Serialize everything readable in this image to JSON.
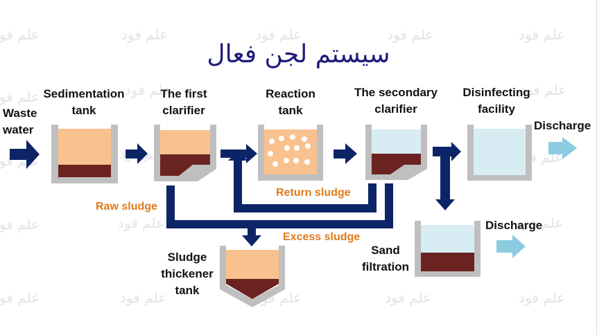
{
  "title": "سیستم لجن فعال",
  "watermark": "علم فود",
  "labels": {
    "waste_water": [
      "Waste",
      "water"
    ],
    "sedimentation_tank": [
      "Sedimentation",
      "tank"
    ],
    "first_clarifier": [
      "The first",
      "clarifier"
    ],
    "reaction_tank": [
      "Reaction",
      "tank"
    ],
    "secondary_clarifier": [
      "The secondary",
      "clarifier"
    ],
    "disinfecting_facility": [
      "Disinfecting",
      "facility"
    ],
    "discharge_top": "Discharge",
    "discharge_bottom": "Discharge",
    "sand_filtration": [
      "Sand",
      "filtration"
    ],
    "sludge_thickener": [
      "Sludge",
      "thickener",
      "tank"
    ],
    "raw_sludge": "Raw sludge",
    "return_sludge": "Return sludge",
    "excess_sludge": "Excess sludge"
  },
  "colors": {
    "title": "#1f1a7a",
    "pipe": "#0d2466",
    "tank_wall": "#bfbfbf",
    "wastewater": "#f8c18e",
    "sludge": "#6b2322",
    "clear_water": "#d8edf3",
    "discharge_arrow": "#8ccbe0",
    "sludge_label": "#e07a1c"
  }
}
